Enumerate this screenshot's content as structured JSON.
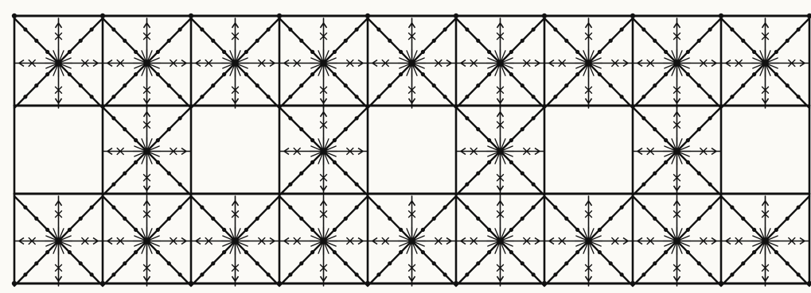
{
  "pattern": {
    "columns": 9,
    "bands": 3,
    "open_cells_in_middle_band": [
      0,
      2,
      4,
      6,
      8
    ],
    "ink_color": "#111111",
    "paper_color": "#fbfaf6"
  }
}
